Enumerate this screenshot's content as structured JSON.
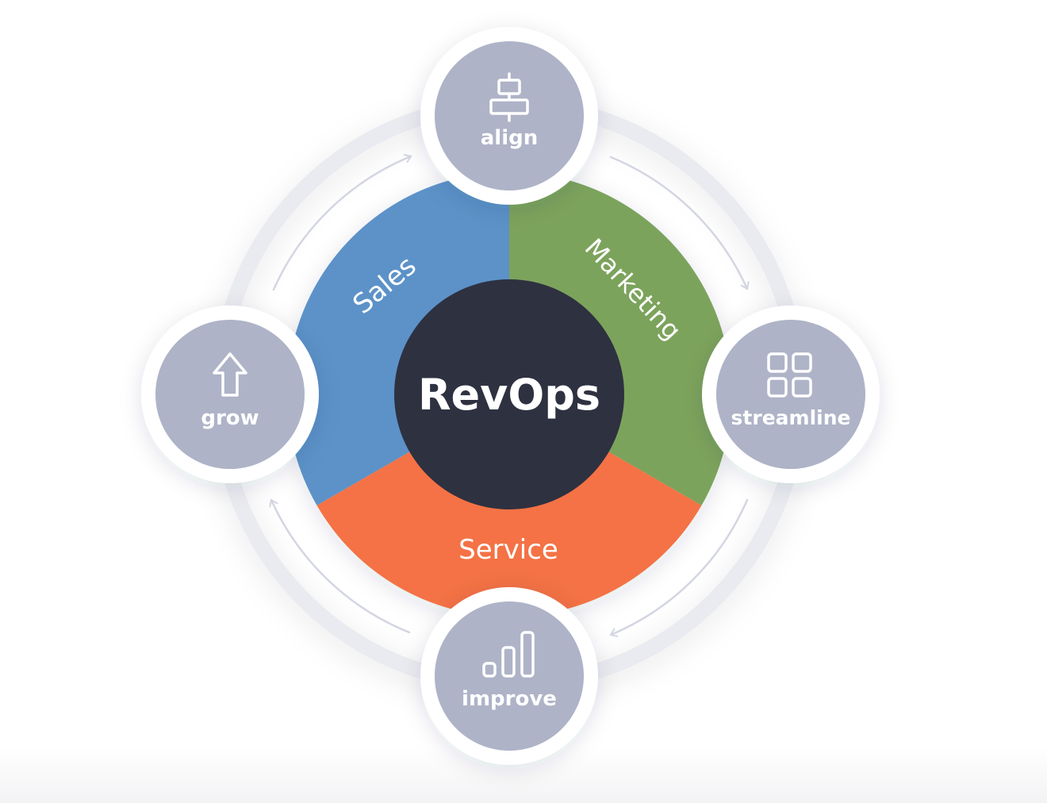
{
  "center": {
    "label": "RevOps",
    "color": "#2e3140"
  },
  "segments": [
    {
      "id": "sales",
      "label": "Sales",
      "color": "#5b92c8"
    },
    {
      "id": "marketing",
      "label": "Marketing",
      "color": "#7ca35c"
    },
    {
      "id": "service",
      "label": "Service",
      "color": "#f47244"
    }
  ],
  "nodes": [
    {
      "id": "align",
      "label": "align",
      "icon": "align-center-icon"
    },
    {
      "id": "streamline",
      "label": "streamline",
      "icon": "grid-icon"
    },
    {
      "id": "improve",
      "label": "improve",
      "icon": "bar-chart-icon"
    },
    {
      "id": "grow",
      "label": "grow",
      "icon": "arrow-up-icon"
    }
  ],
  "colors": {
    "node_fill": "#aeb3c7",
    "ring": "#eaebf0",
    "arrow": "#d3d6e2"
  }
}
